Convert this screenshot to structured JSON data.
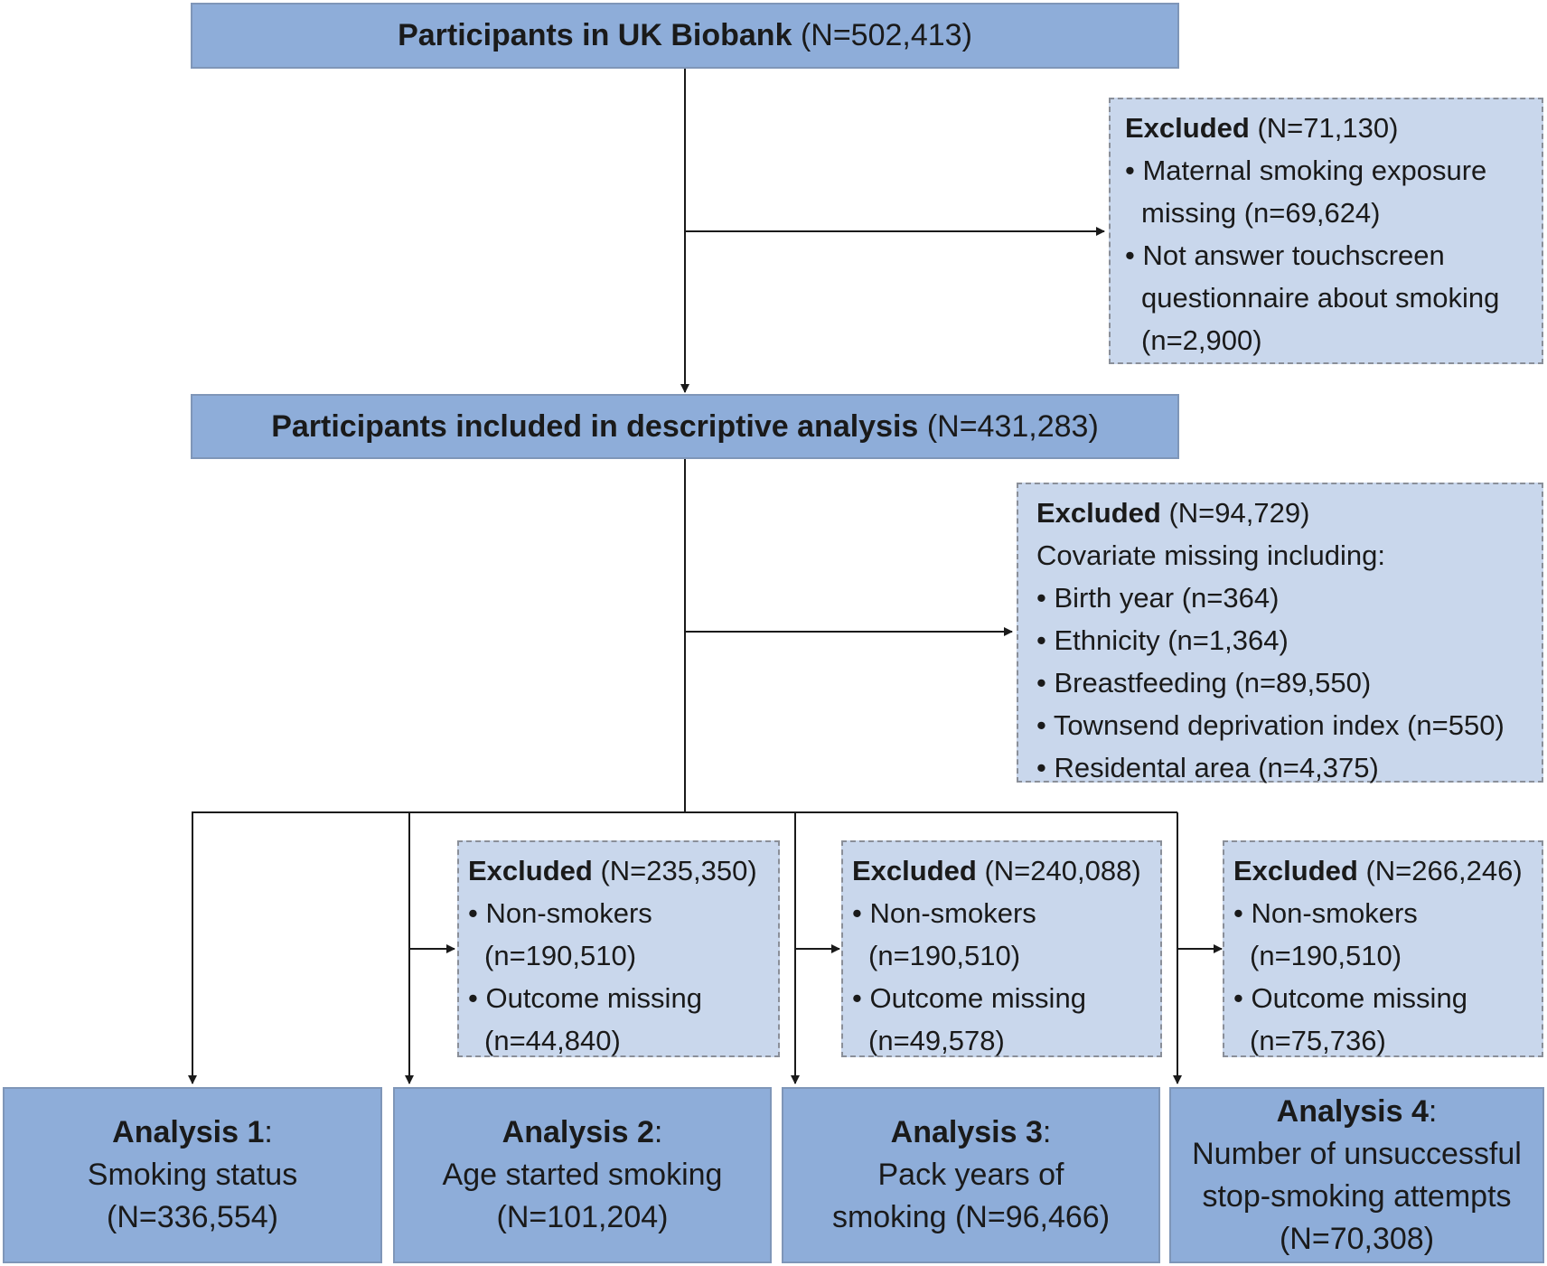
{
  "top": {
    "title": "Participants in UK Biobank",
    "count": "(N=502,413)"
  },
  "excluded1": {
    "label": "Excluded",
    "count": "(N=71,130)",
    "lines": [
      "• Maternal smoking exposure",
      "missing (n=69,624)",
      "• Not answer touchscreen",
      "questionnaire about smoking",
      "(n=2,900)"
    ]
  },
  "middle": {
    "title": "Participants included in descriptive analysis",
    "count": "(N=431,283)"
  },
  "excluded2": {
    "label": "Excluded",
    "count": "(N=94,729)",
    "lines": [
      "Covariate missing including:",
      "• Birth year  (n=364)",
      "• Ethnicity (n=1,364)",
      "• Breastfeeding (n=89,550)",
      "• Townsend deprivation index (n=550)",
      "• Residental area (n=4,375)"
    ]
  },
  "excluded3": {
    "label": "Excluded",
    "count": "(N=235,350)",
    "lines": [
      "• Non-smokers",
      "(n=190,510)",
      "• Outcome missing",
      "(n=44,840)"
    ]
  },
  "excluded4": {
    "label": "Excluded",
    "count": "(N=240,088)",
    "lines": [
      "• Non-smokers",
      "(n=190,510)",
      "• Outcome missing",
      "(n=49,578)"
    ]
  },
  "excluded5": {
    "label": "Excluded",
    "count": "(N=266,246)",
    "lines": [
      "• Non-smokers",
      "(n=190,510)",
      "• Outcome missing",
      "(n=75,736)"
    ]
  },
  "analyses": [
    {
      "label": "Analysis 1",
      "colon": ":",
      "lines": [
        "Smoking status",
        "(N=336,554)"
      ]
    },
    {
      "label": "Analysis 2",
      "colon": ":",
      "lines": [
        "Age started smoking",
        "(N=101,204)"
      ]
    },
    {
      "label": "Analysis 3",
      "colon": ":",
      "lines": [
        "Pack years of",
        "smoking (N=96,466)"
      ]
    },
    {
      "label": "Analysis 4",
      "colon": ":",
      "lines": [
        "Number of unsuccessful",
        "stop-smoking attempts",
        "(N=70,308)"
      ]
    }
  ]
}
